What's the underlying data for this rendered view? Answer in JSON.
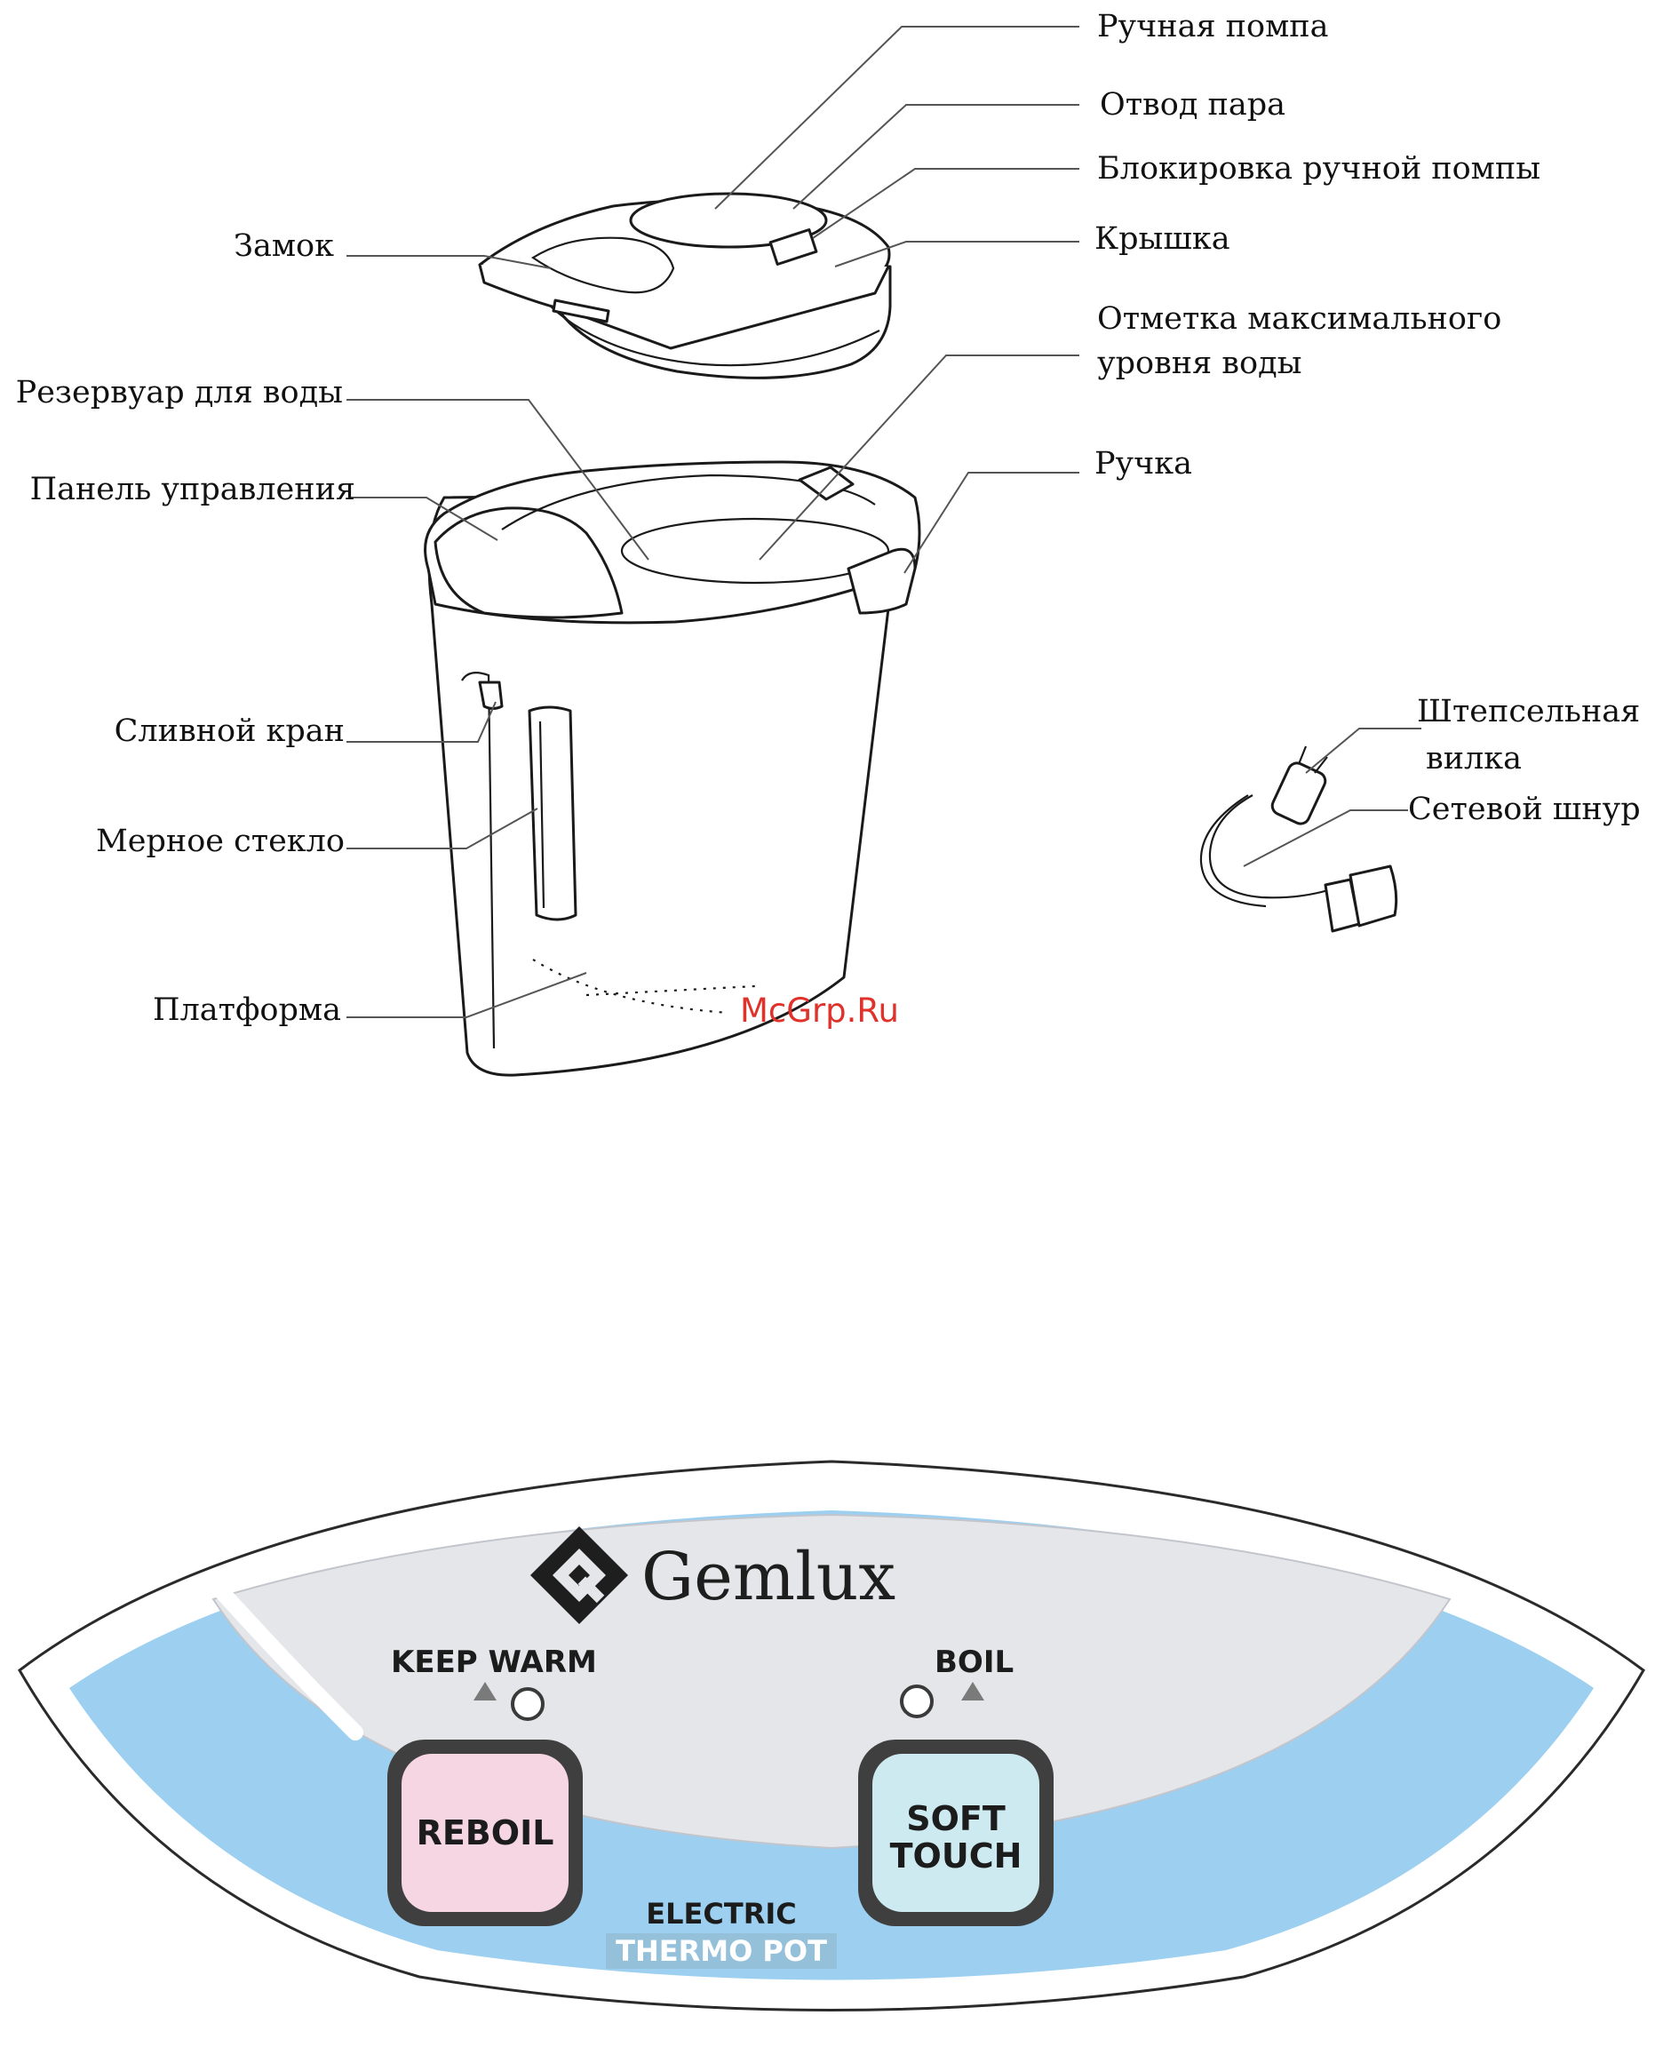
{
  "labels": {
    "manual_pump": "Ручная помпа",
    "steam_outlet": "Отвод пара",
    "pump_lock": "Блокировка ручной помпы",
    "lid": "Крышка",
    "max_mark_1": "Отметка максимального",
    "max_mark_2": "уровня воды",
    "handle": "Ручка",
    "lock": "Замок",
    "water_tank": "Резервуар для воды",
    "control_panel": "Панель управления",
    "drain_tap": "Сливной кран",
    "gauge_glass": "Мерное стекло",
    "platform": "Платформа",
    "plug_1": "Штепсельная",
    "plug_2": "вилка",
    "power_cord": "Сетевой шнур"
  },
  "watermark": "McGrp.Ru",
  "panel": {
    "brand": "Gemlux",
    "keep_warm": "KEEP WARM",
    "boil": "BOIL",
    "reboil_line1": "REBOIL",
    "soft_line1": "SOFT",
    "soft_line2": "TOUCH",
    "electric": "ELECTRIC",
    "thermo_pot": "THERMO POT"
  },
  "colors": {
    "panel_blue": "#9ccff0",
    "panel_gray": "#e4e6ea",
    "reboil_pink": "#f6d6e2",
    "soft_touch_cyan": "#cdeaf0",
    "watermark_red": "#e0322b"
  }
}
